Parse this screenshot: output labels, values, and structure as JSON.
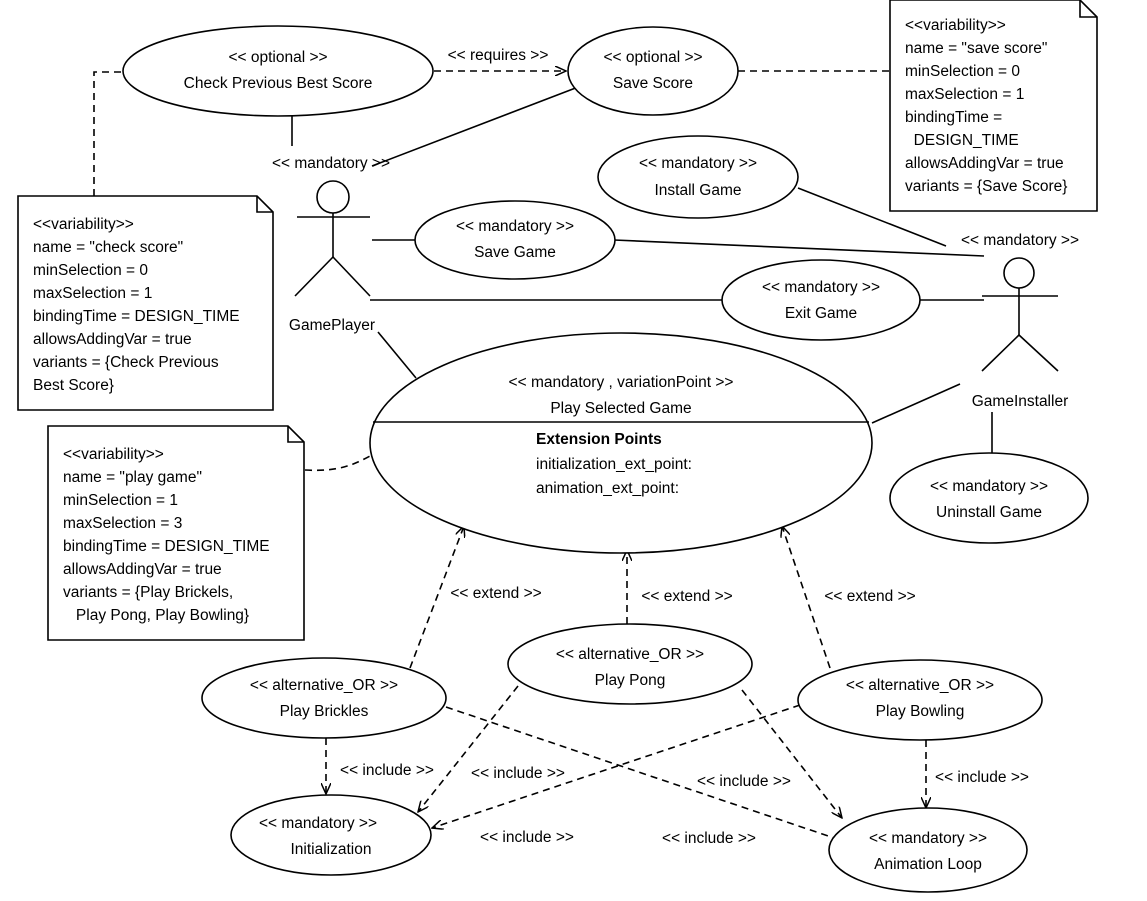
{
  "actors": {
    "player": "GamePlayer",
    "installer": "GameInstaller"
  },
  "use_cases": {
    "check_best_score": {
      "stereotype": "<< optional >>",
      "name": "Check Previous Best Score"
    },
    "save_score": {
      "stereotype": "<< optional >>",
      "name": "Save Score"
    },
    "install_game": {
      "stereotype": "<< mandatory >>",
      "name": "Install Game"
    },
    "save_game": {
      "stereotype": "<< mandatory >>",
      "name": "Save Game"
    },
    "exit_game": {
      "stereotype": "<< mandatory >>",
      "name": "Exit Game"
    },
    "uninstall_game": {
      "stereotype": "<< mandatory >>",
      "name": "Uninstall Game"
    },
    "play_selected_game": {
      "stereotype": "<< mandatory , variationPoint >>",
      "name": "Play Selected Game",
      "ext_title": "Extension Points",
      "ext_points": [
        "initialization_ext_point:",
        "animation_ext_point:"
      ]
    },
    "play_brickles": {
      "stereotype": "<< alternative_OR >>",
      "name": "Play Brickles"
    },
    "play_pong": {
      "stereotype": "<< alternative_OR >>",
      "name": "Play Pong"
    },
    "play_bowling": {
      "stereotype": "<< alternative_OR >>",
      "name": "Play Bowling"
    },
    "initialization": {
      "stereotype": "<< mandatory >>",
      "name": "Initialization"
    },
    "animation_loop": {
      "stereotype": "<< mandatory >>",
      "name": "Animation Loop"
    }
  },
  "relation_labels": {
    "requires": "<< requires >>",
    "mandatory_player": "<< mandatory >>",
    "mandatory_installer": "<< mandatory >>",
    "extend_brickles": "<< extend >>",
    "extend_pong": "<< extend >>",
    "extend_bowling": "<< extend >>",
    "include_brickles_init": "<< include >>",
    "include_pong_init": "<< include >>",
    "include_brickles_anim": "<< include >>",
    "include_bowling_anim": "<< include >>",
    "include_bowling_init": "<< include >>",
    "include_pong_anim": "<< include >>"
  },
  "notes": {
    "save_score": [
      "<<variability>>",
      "name = \"save score\"",
      "minSelection = 0",
      "maxSelection = 1",
      "bindingTime =",
      "  DESIGN_TIME",
      "allowsAddingVar = true",
      "variants = {Save Score}"
    ],
    "check_score": [
      "<<variability>>",
      "name = \"check score\"",
      "minSelection = 0",
      "maxSelection = 1",
      "bindingTime = DESIGN_TIME",
      "allowsAddingVar = true",
      "variants = {Check Previous",
      "Best Score}"
    ],
    "play_game": [
      "<<variability>>",
      "name = \"play game\"",
      "minSelection = 1",
      "maxSelection = 3",
      "bindingTime = DESIGN_TIME",
      "allowsAddingVar = true",
      "variants = {Play Brickels,",
      "   Play Pong, Play Bowling}"
    ]
  }
}
